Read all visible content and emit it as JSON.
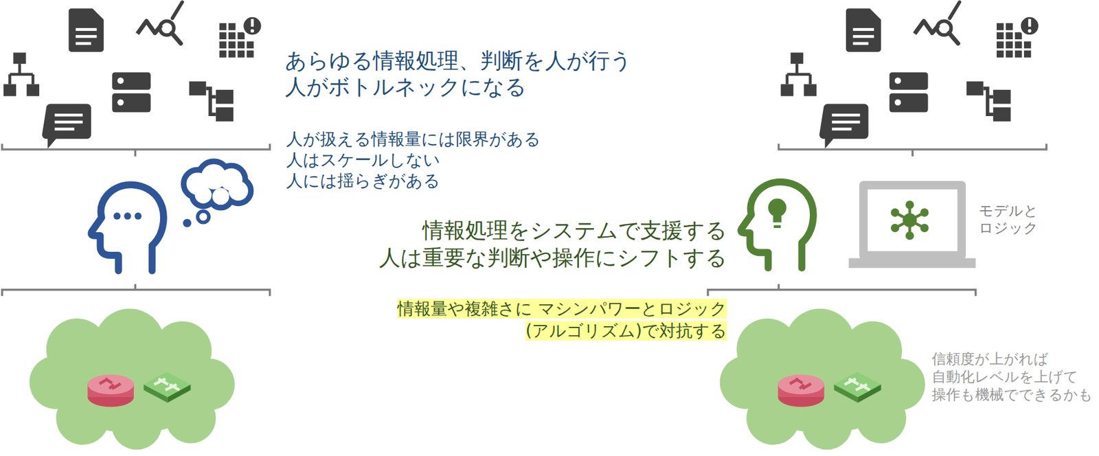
{
  "diagram": {
    "nodes": [
      {
        "text": [
          "情報量や複雑さに マシンパワーとロジック(アルゴリズム)で対抗する"
        ]
      }
    ],
    "labels": [
      "あらゆる情報処理、判断を人が行う 人がボトルネックになる",
      "人が扱える情報量には限界がある 人はスケールしない 人には揺らぎがある",
      "情報処理をシステムで支援する 人は重要な判断や操作にシフトする",
      "モデルと ロジック",
      "信頼度が上がれば 自動化レベルを上げて 操作も機械でできるかも"
    ]
  }
}
